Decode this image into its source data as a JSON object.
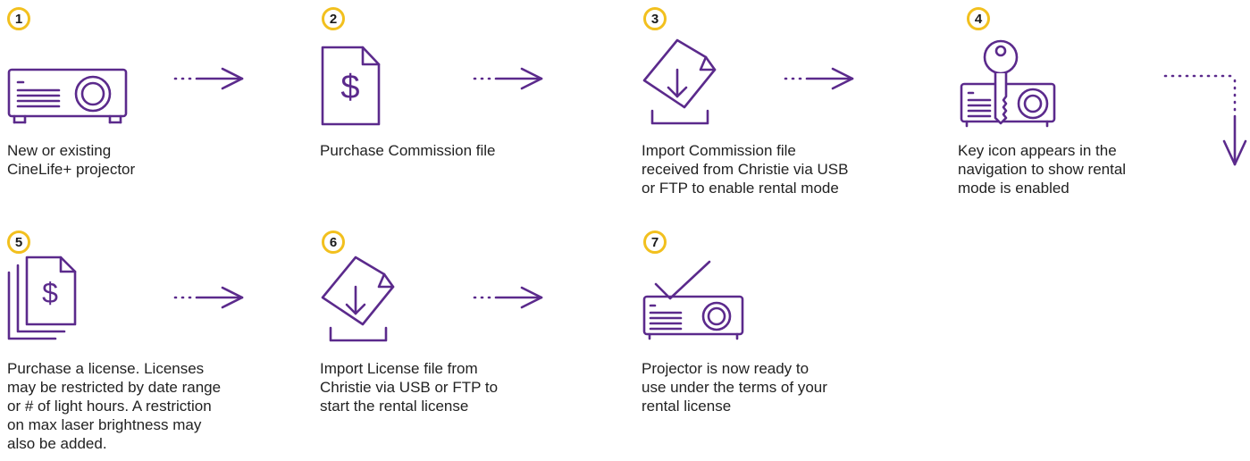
{
  "steps": [
    {
      "number": "1",
      "icon": "projector-icon",
      "lines": [
        "New or existing",
        "CineLife+ projector"
      ]
    },
    {
      "number": "2",
      "icon": "invoice-dollar-icon",
      "lines": [
        "Purchase Commission file"
      ]
    },
    {
      "number": "3",
      "icon": "file-import-icon",
      "lines": [
        "Import Commission file",
        "received from Christie via USB",
        "or FTP to enable rental mode"
      ]
    },
    {
      "number": "4",
      "icon": "key-projector-icon",
      "lines": [
        "Key icon appears in the",
        "navigation to show rental",
        "mode is enabled"
      ]
    },
    {
      "number": "5",
      "icon": "license-stack-icon",
      "lines": [
        "Purchase a license. Licenses",
        "may be restricted by date range",
        "or # of light hours. A restriction",
        "on max laser brightness may",
        "also be added."
      ]
    },
    {
      "number": "6",
      "icon": "file-import-icon",
      "lines": [
        "Import License file from",
        "Christie via USB or FTP to",
        "start the rental license"
      ]
    },
    {
      "number": "7",
      "icon": "projector-check-icon",
      "lines": [
        "Projector is now ready to",
        "use under the terms of your",
        "rental license"
      ]
    }
  ],
  "colors": {
    "accent": "#5b2a8c",
    "badge_ring": "#f2c01e",
    "text": "#222222"
  },
  "icons": {
    "dollar_symbol": "$"
  }
}
